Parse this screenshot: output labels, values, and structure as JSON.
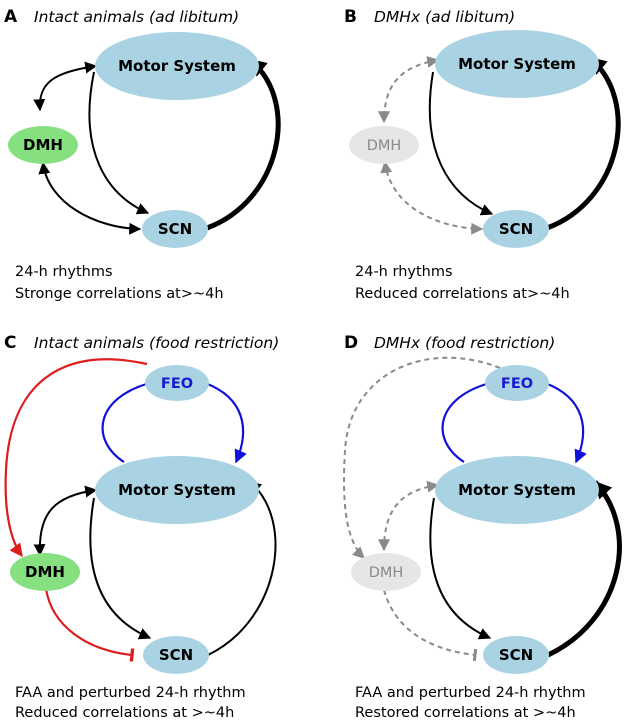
{
  "colors": {
    "node_blue": "#a9d3e3",
    "node_green": "#86e07f",
    "node_gray": "#e6e6e6",
    "arrow_black": "#000000",
    "arrow_gray": "#8a8a8a",
    "arrow_blue": "#1010d8",
    "arrow_red": "#dd1c1c"
  },
  "panels": {
    "a": {
      "letter": "A",
      "title": "Intact animals (ad libitum)",
      "motor": "Motor System",
      "dmh": "DMH",
      "scn": "SCN",
      "caption1": "24-h rhythms",
      "caption2": "Stronge correlations at>~4h"
    },
    "b": {
      "letter": "B",
      "title": "DMHx (ad libitum)",
      "motor": "Motor System",
      "dmh": "DMH",
      "scn": "SCN",
      "caption1": "24-h rhythms",
      "caption2": "Reduced correlations at>~4h"
    },
    "c": {
      "letter": "C",
      "title": "Intact animals (food restriction)",
      "feo": "FEO",
      "motor": "Motor System",
      "dmh": "DMH",
      "scn": "SCN",
      "caption1": "FAA and perturbed 24-h rhythm",
      "caption2": "Reduced correlations at >~4h"
    },
    "d": {
      "letter": "D",
      "title": "DMHx (food restriction)",
      "feo": "FEO",
      "motor": "Motor System",
      "dmh": "DMH",
      "scn": "SCN",
      "caption1": "FAA and perturbed 24-h rhythm",
      "caption2": "Restored correlations at >~4h"
    }
  }
}
